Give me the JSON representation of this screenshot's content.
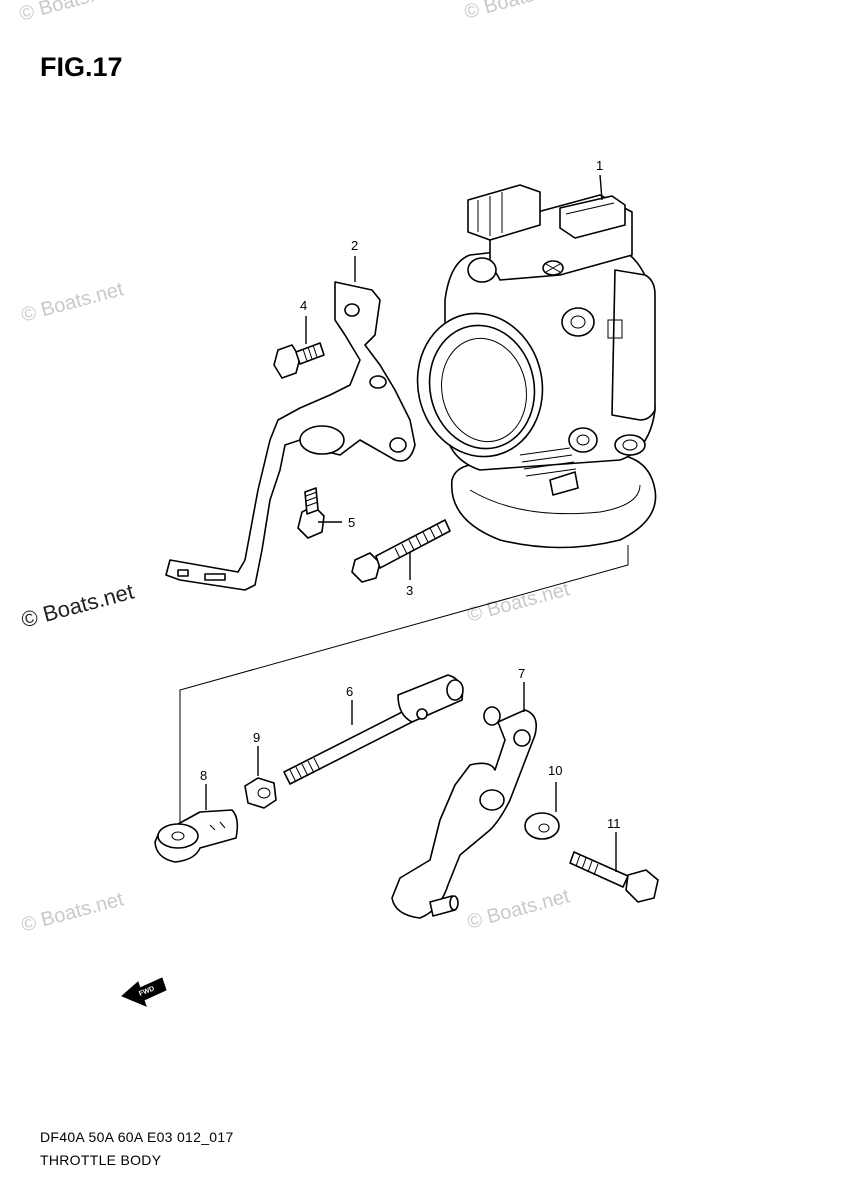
{
  "figure": {
    "title": "FIG.17",
    "caption_line1": "DF40A 50A 60A E03 012_017",
    "caption_line2": "THROTTLE BODY",
    "fwd_label": "FWD"
  },
  "watermarks": {
    "text": "© Boats.net"
  },
  "callouts": [
    "1",
    "2",
    "3",
    "4",
    "5",
    "6",
    "7",
    "8",
    "9",
    "10",
    "11"
  ]
}
